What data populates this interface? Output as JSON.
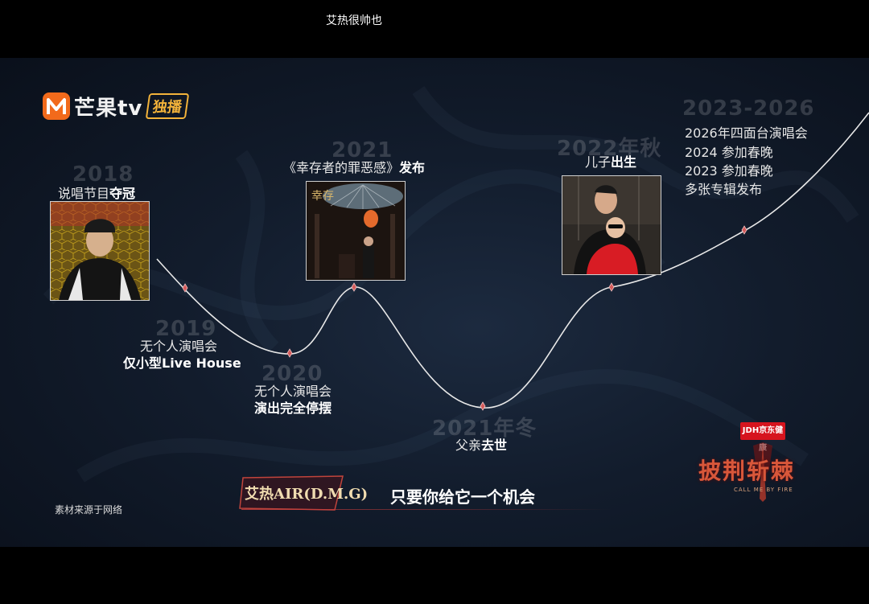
{
  "window": {
    "title": "艾热很帅也"
  },
  "logo": {
    "brand": "芒果tv",
    "badge": "独播",
    "icon": "mango-tv-icon"
  },
  "timeline": [
    {
      "year": "2018",
      "prefix": "说唱节目",
      "bold": "夺冠"
    },
    {
      "year": "2019",
      "line1": "无个人演唱会",
      "line2": "仅小型Live House"
    },
    {
      "year": "2020",
      "line1": "无个人演唱会",
      "line2": "演出完全停摆"
    },
    {
      "year": "2021",
      "prefix": "《幸存者的罪恶感》",
      "bold": "发布"
    },
    {
      "year": "2021年冬",
      "prefix": "父亲",
      "bold": "去世"
    },
    {
      "year": "2022年秋",
      "prefix": "儿子",
      "bold": "出生"
    },
    {
      "year": "2023-2026",
      "lines": [
        "2026年四面台演唱会",
        "2024 参加春晚",
        "2023 参加春晚",
        "多张专辑发布"
      ]
    }
  ],
  "footer": {
    "source_note": "素材来源于网络",
    "singer_tag": "艾热AIR(D.M.G)",
    "subtitle": "只要你给它一个机会"
  },
  "show": {
    "sponsor": "JDH京东健康",
    "title": "披荆斩棘",
    "subtitle": "CALL ME BY FIRE"
  },
  "colors": {
    "accent_orange": "#f3b33a",
    "show_red": "#d8573a",
    "sponsor_red": "#d6141e",
    "curve": "#e8e8e8"
  }
}
